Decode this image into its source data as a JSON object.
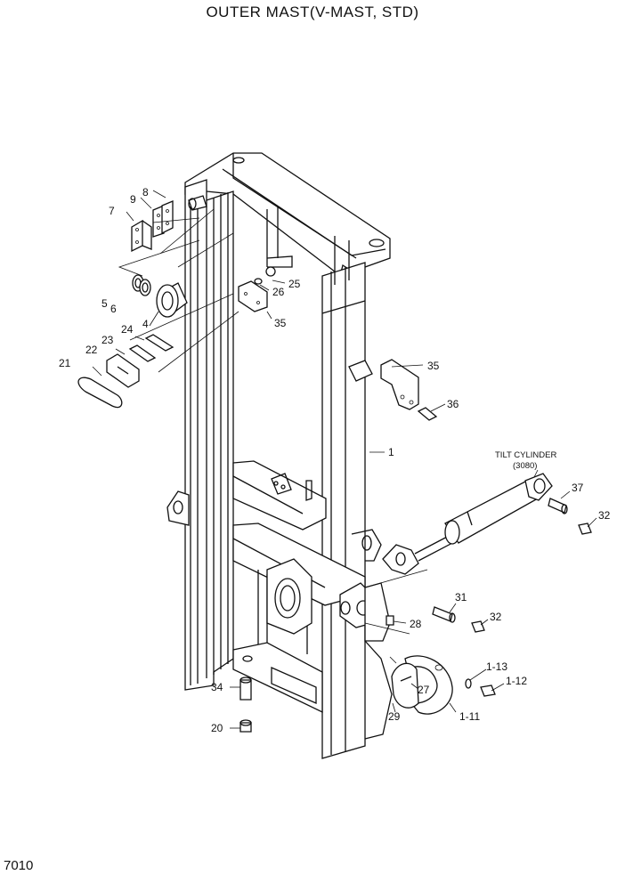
{
  "title": "OUTER MAST(V-MAST, STD)",
  "page_number": "7010",
  "callouts": [
    {
      "id": "p1",
      "text": "1"
    },
    {
      "id": "p4",
      "text": "4"
    },
    {
      "id": "p5",
      "text": "5"
    },
    {
      "id": "p6",
      "text": "6"
    },
    {
      "id": "p7",
      "text": "7"
    },
    {
      "id": "p8",
      "text": "8"
    },
    {
      "id": "p9",
      "text": "9"
    },
    {
      "id": "p20",
      "text": "20"
    },
    {
      "id": "p21",
      "text": "21"
    },
    {
      "id": "p22",
      "text": "22"
    },
    {
      "id": "p23",
      "text": "23"
    },
    {
      "id": "p24",
      "text": "24"
    },
    {
      "id": "p25",
      "text": "25"
    },
    {
      "id": "p26",
      "text": "26"
    },
    {
      "id": "p27",
      "text": "27"
    },
    {
      "id": "p28",
      "text": "28"
    },
    {
      "id": "p29",
      "text": "29"
    },
    {
      "id": "p31",
      "text": "31"
    },
    {
      "id": "p32a",
      "text": "32"
    },
    {
      "id": "p32b",
      "text": "32"
    },
    {
      "id": "p34",
      "text": "34"
    },
    {
      "id": "p35a",
      "text": "35"
    },
    {
      "id": "p35b",
      "text": "35"
    },
    {
      "id": "p36",
      "text": "36"
    },
    {
      "id": "p37",
      "text": "37"
    },
    {
      "id": "p1_11",
      "text": "1-11"
    },
    {
      "id": "p1_12",
      "text": "1-12"
    },
    {
      "id": "p1_13",
      "text": "1-13"
    }
  ],
  "tilt_cylinder": {
    "label": "TILT CYLINDER",
    "code": "(3080)"
  }
}
